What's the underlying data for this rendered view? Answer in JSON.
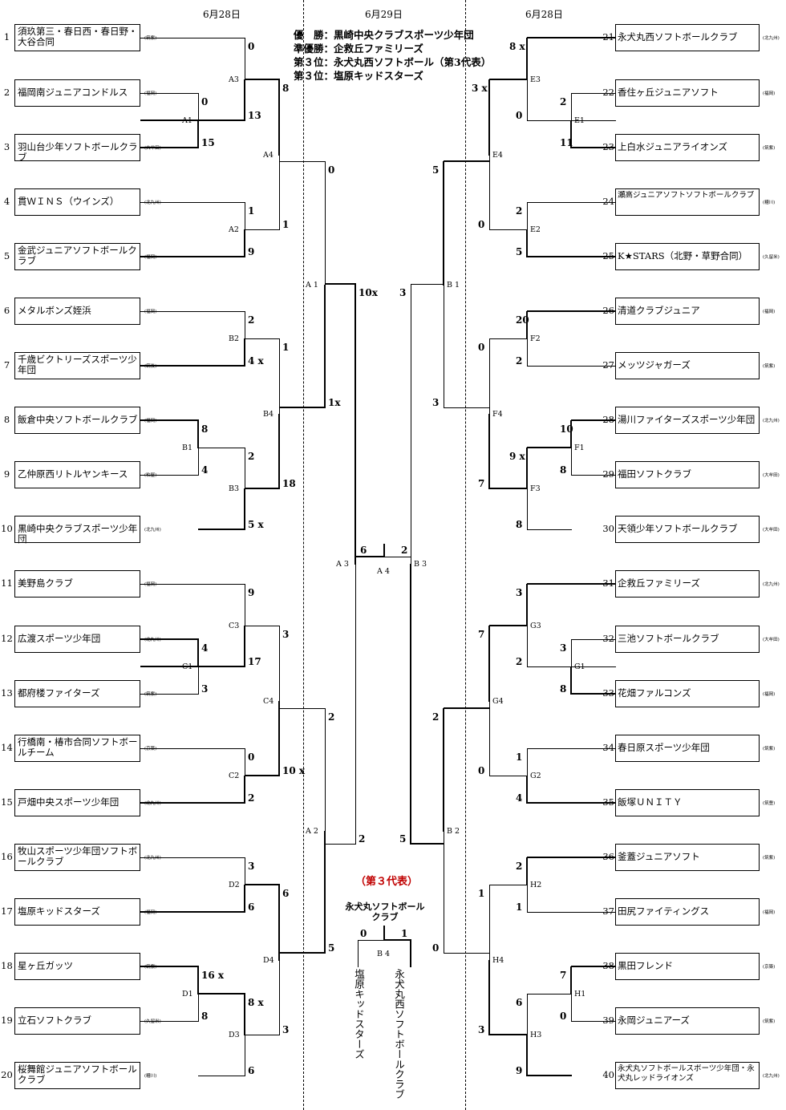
{
  "header": {
    "date_left": "6月28日",
    "date_center": "6月29日",
    "date_right": "6月28日"
  },
  "results": [
    {
      "label": "優　勝：",
      "value": "黒崎中央クラブスポーツ少年団"
    },
    {
      "label": "準優勝：",
      "value": "企救丘ファミリーズ"
    },
    {
      "label": "第３位：",
      "value": "永犬丸西ソフトボール（第3代表）"
    },
    {
      "label": "第３位：",
      "value": "塩原キッドスターズ"
    }
  ],
  "teams_left": [
    {
      "num": "1",
      "name": "須玖第三・春日西・春日野・大谷合同",
      "pref": "(筑紫)"
    },
    {
      "num": "2",
      "name": "福岡南ジュニアコンドルス",
      "pref": "(福岡)"
    },
    {
      "num": "3",
      "name": "羽山台少年ソフトボールクラブ",
      "pref": "(大牟田)"
    },
    {
      "num": "4",
      "name": "貫ＷＩＮＳ（ウインズ）",
      "pref": "(北九州)"
    },
    {
      "num": "5",
      "name": "金武ジュニアソフトボールクラブ",
      "pref": "(福岡)"
    },
    {
      "num": "6",
      "name": "メタルボンズ姪浜",
      "pref": "(福岡)"
    },
    {
      "num": "7",
      "name": "千歳ビクトリーズスポーツ少年団",
      "pref": "(筑後)"
    },
    {
      "num": "8",
      "name": "飯倉中央ソフトボールクラブ",
      "pref": "(福岡)"
    },
    {
      "num": "9",
      "name": "乙仲原西リトルヤンキース",
      "pref": "(粕屋)"
    },
    {
      "num": "10",
      "name": "黒崎中央クラブスポーツ少年団",
      "pref": "(北九州)"
    },
    {
      "num": "11",
      "name": "美野島クラブ",
      "pref": "(福岡)"
    },
    {
      "num": "12",
      "name": "広渡スポーツ少年団",
      "pref": "(北九州)"
    },
    {
      "num": "13",
      "name": "都府楼ファイターズ",
      "pref": "(筑紫)"
    },
    {
      "num": "14",
      "name": "行橋南・椿市合同ソフトボールチーム",
      "pref": "(京築)"
    },
    {
      "num": "15",
      "name": "戸畑中央スポーツ少年団",
      "pref": "(北九州)"
    },
    {
      "num": "16",
      "name": "牧山スポーツ少年団ソフトボールクラブ",
      "pref": "(北九州)"
    },
    {
      "num": "17",
      "name": "塩原キッドスターズ",
      "pref": "(福岡)"
    },
    {
      "num": "18",
      "name": "星ヶ丘ガッツ",
      "pref": "(筑紫)"
    },
    {
      "num": "19",
      "name": "立石ソフトクラブ",
      "pref": "(久留米)"
    },
    {
      "num": "20",
      "name": "桜舞館ジュニアソフトボールクラブ",
      "pref": "(糟川)"
    }
  ],
  "teams_right": [
    {
      "num": "21",
      "name": "永犬丸西ソフトボールクラブ",
      "pref": "(北九州)"
    },
    {
      "num": "22",
      "name": "香住ヶ丘ジュニアソフト",
      "pref": "(福岡)"
    },
    {
      "num": "23",
      "name": "上白水ジュニアライオンズ",
      "pref": "(筑紫)"
    },
    {
      "num": "24",
      "name": "瀬高ジュニアソフトソフトボールクラブ",
      "pref": "(糟川)"
    },
    {
      "num": "25",
      "name": "K★STARS（北野・草野合同）",
      "pref": "(久留米)"
    },
    {
      "num": "26",
      "name": "清道クラブジュニア",
      "pref": "(福岡)"
    },
    {
      "num": "27",
      "name": "メッツジャガーズ",
      "pref": "(筑紫)"
    },
    {
      "num": "28",
      "name": "湯川ファイターズスポーツ少年団",
      "pref": "(北九州)"
    },
    {
      "num": "29",
      "name": "福田ソフトクラブ",
      "pref": "(大牟田)"
    },
    {
      "num": "30",
      "name": "天領少年ソフトボールクラブ",
      "pref": "(大牟田)"
    },
    {
      "num": "31",
      "name": "企救丘ファミリーズ",
      "pref": "(北九州)"
    },
    {
      "num": "32",
      "name": "三池ソフトボールクラブ",
      "pref": "(大牟田)"
    },
    {
      "num": "33",
      "name": "花畑ファルコンズ",
      "pref": "(福岡)"
    },
    {
      "num": "34",
      "name": "春日原スポーツ少年団",
      "pref": "(筑紫)"
    },
    {
      "num": "35",
      "name": "飯塚ＵＮＩＴＹ",
      "pref": "(筑豊)"
    },
    {
      "num": "36",
      "name": "釜蓋ジュニアソフト",
      "pref": "(筑紫)"
    },
    {
      "num": "37",
      "name": "田尻ファイティングス",
      "pref": "(福岡)"
    },
    {
      "num": "38",
      "name": "黒田フレンド",
      "pref": "(京築)"
    },
    {
      "num": "39",
      "name": "永岡ジュニアーズ",
      "pref": "(筑紫)"
    },
    {
      "num": "40",
      "name": "永犬丸ソフトボールスポーツ少年団・永犬丸レッドライオンズ",
      "pref": "(北九州)"
    }
  ],
  "games_left": [
    {
      "id": "A1",
      "scores": [
        "0",
        "15"
      ]
    },
    {
      "id": "A2",
      "scores": [
        "1",
        "9"
      ]
    },
    {
      "id": "A3",
      "scores": [
        "0",
        "13"
      ]
    },
    {
      "id": "A4",
      "scores": [
        "8",
        "1"
      ]
    },
    {
      "id": "B1",
      "scores": [
        "8",
        "4"
      ]
    },
    {
      "id": "B2",
      "scores": [
        "2",
        "4 x"
      ]
    },
    {
      "id": "B3",
      "scores": [
        "2",
        "5 x"
      ]
    },
    {
      "id": "B4",
      "scores": [
        "1",
        "18"
      ]
    },
    {
      "id": "C1",
      "scores": [
        "4",
        "3"
      ]
    },
    {
      "id": "C2",
      "scores": [
        "0",
        "2"
      ]
    },
    {
      "id": "C3",
      "scores": [
        "9",
        "17"
      ]
    },
    {
      "id": "C4",
      "scores": [
        "3",
        "10 x"
      ]
    },
    {
      "id": "D1",
      "scores": [
        "16 x",
        "8"
      ]
    },
    {
      "id": "D2",
      "scores": [
        "3",
        "6"
      ]
    },
    {
      "id": "D3",
      "scores": [
        "8 x",
        "6"
      ]
    },
    {
      "id": "D4",
      "scores": [
        "6",
        "3"
      ]
    },
    {
      "id": "A 1",
      "scores": [
        "0",
        "1x"
      ]
    },
    {
      "id": "A 2",
      "scores": [
        "2",
        "5"
      ]
    },
    {
      "id": "A 3",
      "scores": [
        "10x",
        "2"
      ]
    }
  ],
  "games_right": [
    {
      "id": "E1",
      "scores": [
        "2",
        "11"
      ]
    },
    {
      "id": "E2",
      "scores": [
        "2",
        "5"
      ]
    },
    {
      "id": "E3",
      "scores": [
        "8 x",
        "0"
      ]
    },
    {
      "id": "E4",
      "scores": [
        "3 x",
        "0"
      ]
    },
    {
      "id": "F1",
      "scores": [
        "10",
        "8"
      ]
    },
    {
      "id": "F2",
      "scores": [
        "20",
        "2"
      ]
    },
    {
      "id": "F3",
      "scores": [
        "9 x",
        "8"
      ]
    },
    {
      "id": "F4",
      "scores": [
        "0",
        "7"
      ]
    },
    {
      "id": "G1",
      "scores": [
        "3",
        "8"
      ]
    },
    {
      "id": "G2",
      "scores": [
        "1",
        "4"
      ]
    },
    {
      "id": "G3",
      "scores": [
        "3",
        "2"
      ]
    },
    {
      "id": "G4",
      "scores": [
        "7",
        "0"
      ]
    },
    {
      "id": "H1",
      "scores": [
        "7",
        "0"
      ]
    },
    {
      "id": "H2",
      "scores": [
        "2",
        "1"
      ]
    },
    {
      "id": "H3",
      "scores": [
        "6",
        "9"
      ]
    },
    {
      "id": "H4",
      "scores": [
        "1",
        "3"
      ]
    },
    {
      "id": "B 1",
      "scores": [
        "5",
        "3"
      ]
    },
    {
      "id": "B 2",
      "scores": [
        "2",
        "0"
      ]
    },
    {
      "id": "B 3",
      "scores": [
        "3",
        "5"
      ]
    }
  ],
  "final": {
    "id": "A 4",
    "left_score": "6",
    "right_score": "2"
  },
  "third_place": {
    "label": "（第３代表）",
    "title": "永犬丸ソフトボールクラブ",
    "game_id": "B 4",
    "left_score": "0",
    "right_score": "1",
    "left_team": "塩原キッドスターズ",
    "right_team": "永犬丸西ソフトボールクラブ"
  },
  "colors": {
    "ink": "#000000",
    "accent": "#c00000",
    "page": "#ffffff"
  }
}
